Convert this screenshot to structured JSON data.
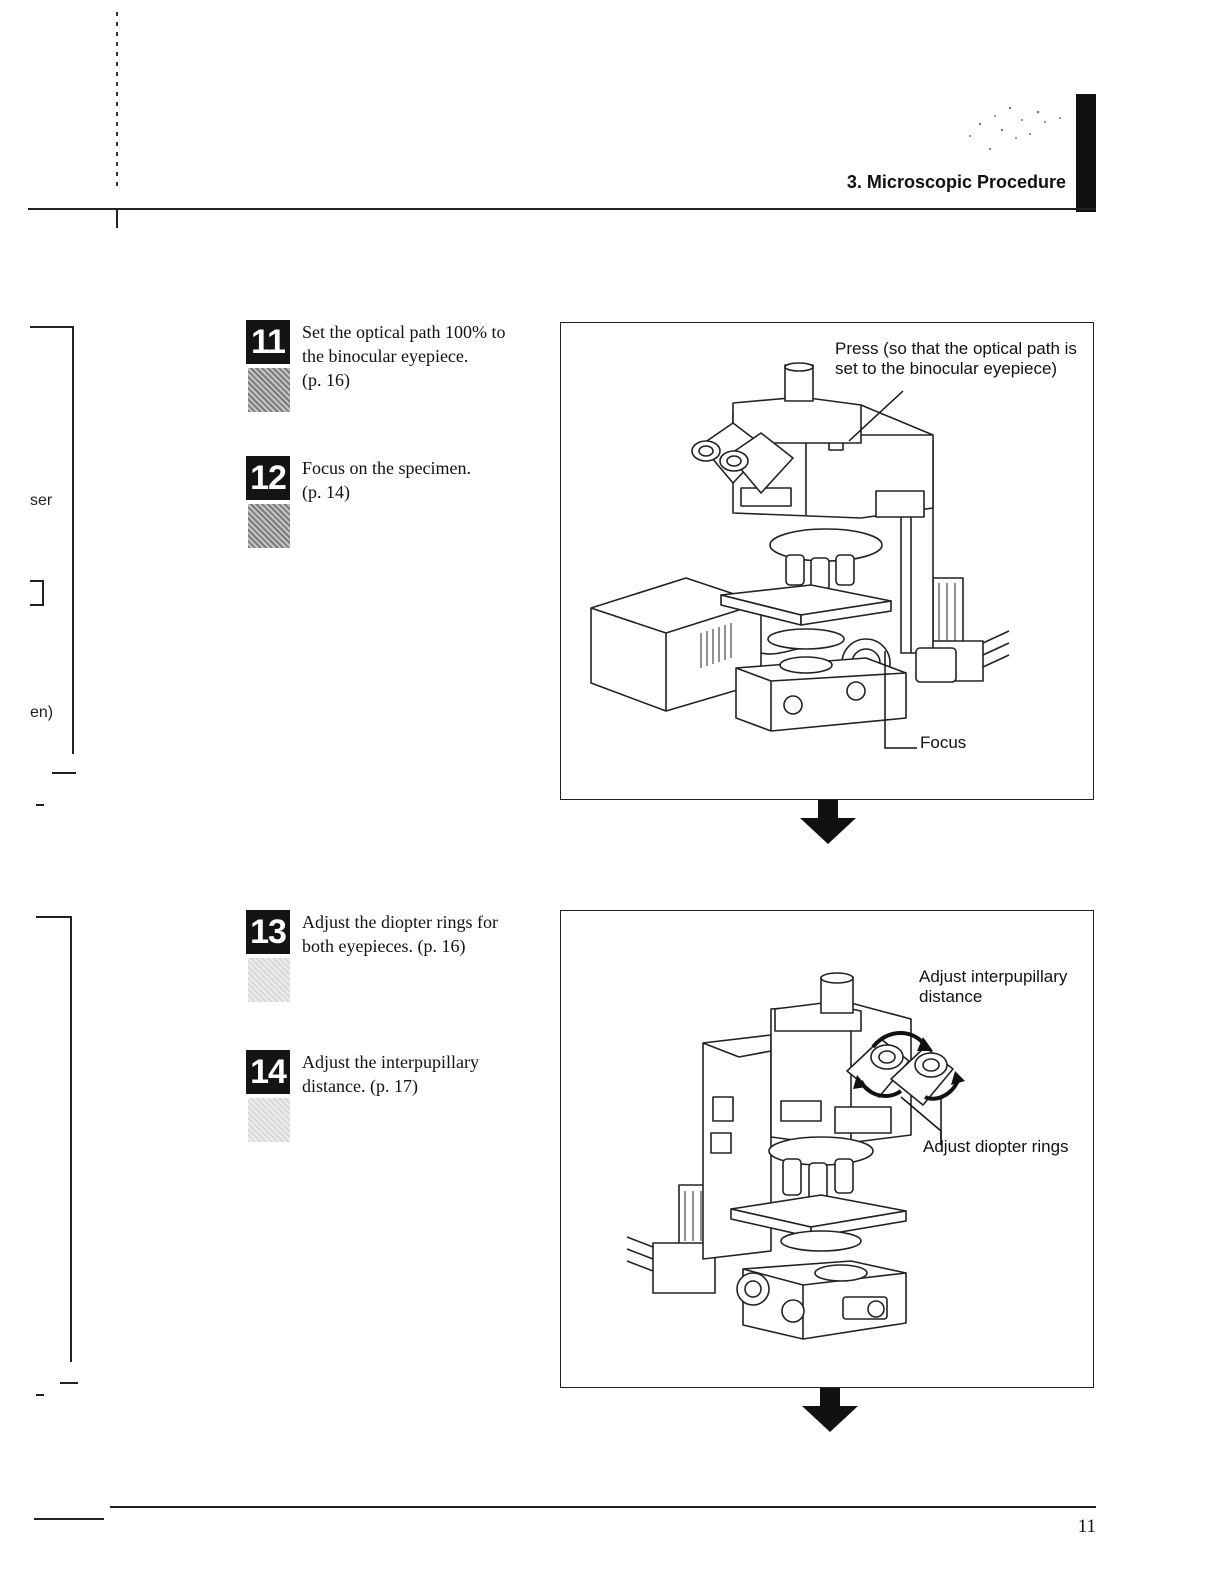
{
  "header": {
    "section_title": "3. Microscopic Procedure"
  },
  "bleed": {
    "text_1": "ser",
    "text_2": "en)",
    "text_3": "}"
  },
  "steps": [
    {
      "number": "11",
      "lines": [
        "Set the optical path 100% to",
        "the binocular eyepiece.",
        "(p. 16)"
      ]
    },
    {
      "number": "12",
      "lines": [
        "Focus on the specimen.",
        "(p. 14)"
      ]
    },
    {
      "number": "13",
      "lines": [
        "Adjust the diopter rings for",
        "both eyepieces. (p. 16)"
      ]
    },
    {
      "number": "14",
      "lines": [
        "Adjust the interpupillary",
        "distance.  (p. 17)"
      ]
    }
  ],
  "figures": {
    "figure_1": {
      "callout_press": [
        "Press (so that the optical path is",
        "set to the binocular eyepiece)"
      ],
      "callout_focus": "Focus"
    },
    "figure_2": {
      "callout_interpupillary": [
        "Adjust interpupillary",
        "distance"
      ],
      "callout_diopter": "Adjust diopter rings"
    }
  },
  "footer": {
    "page_number": "11"
  }
}
